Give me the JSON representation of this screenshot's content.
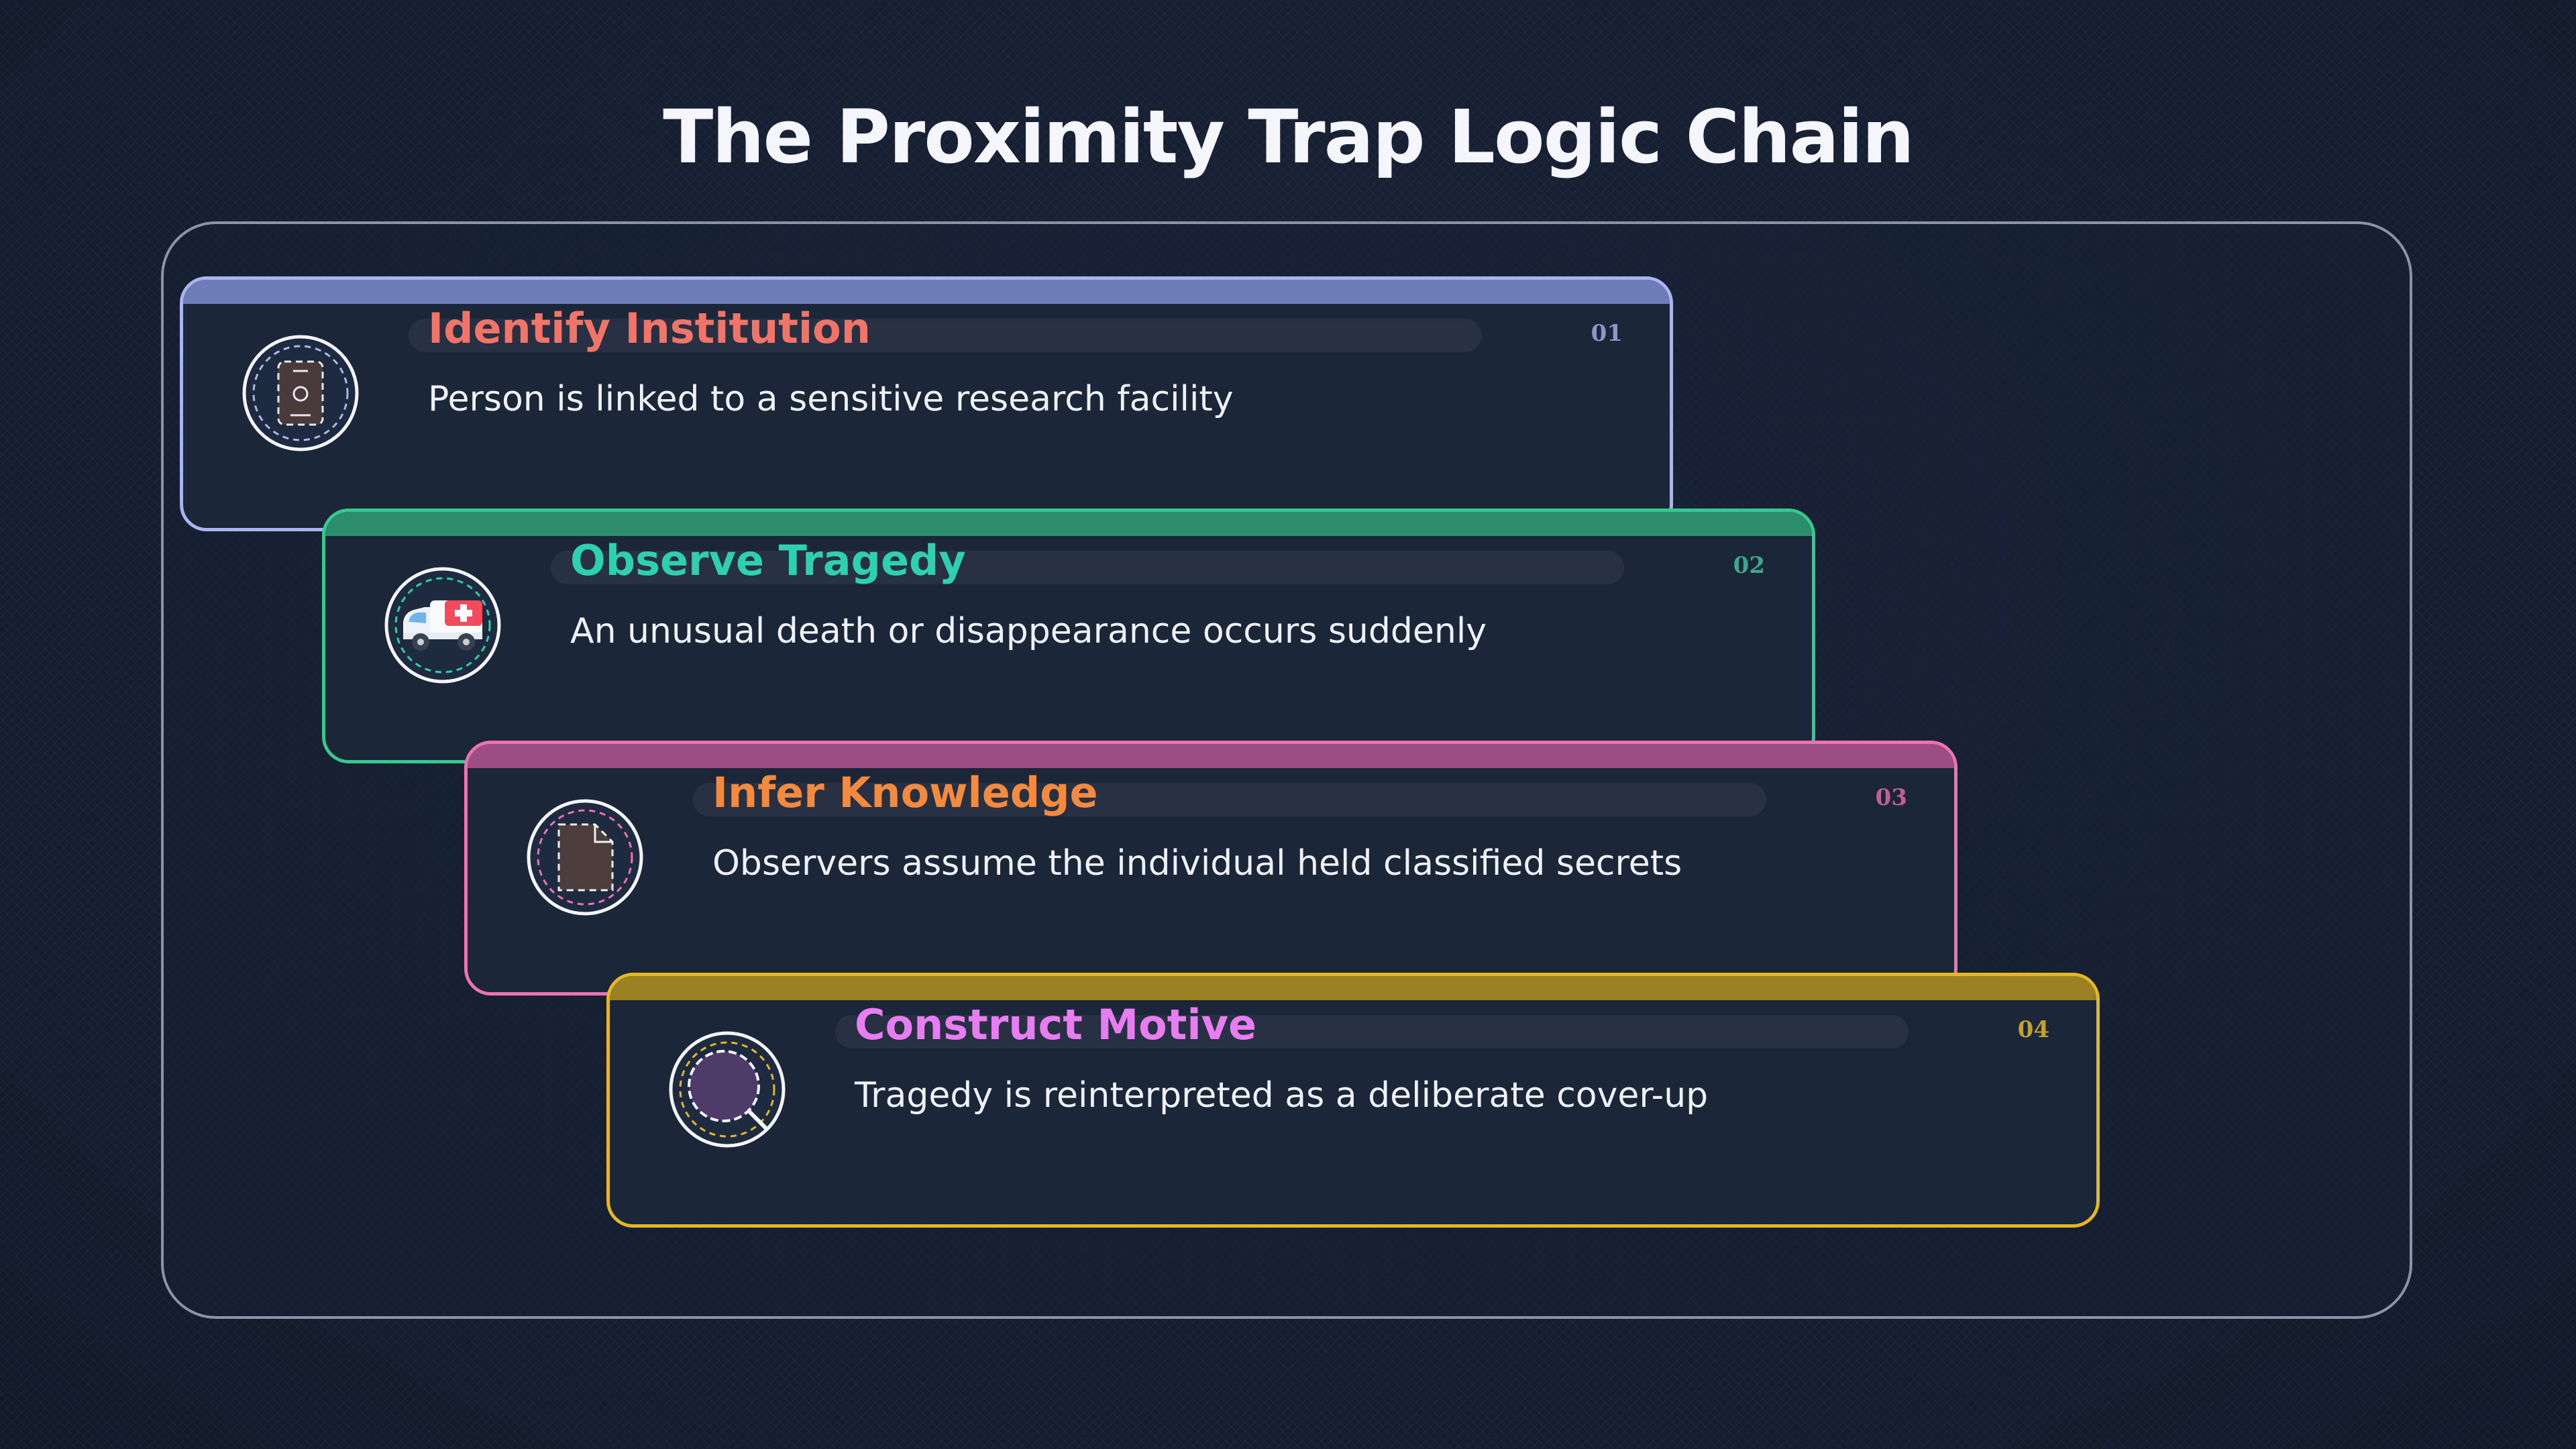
{
  "title": "The Proximity Trap Logic Chain",
  "steps": [
    {
      "number": "01",
      "title": "Identify Institution",
      "description": "Person is linked to a sensitive research facility",
      "icon": "id-badge-icon",
      "border_color": "#a9b4f0",
      "bar_color": "#6e7db8",
      "title_color": "#f07468",
      "number_color": "#8d97c8"
    },
    {
      "number": "02",
      "title": "Observe Tragedy",
      "description": "An unusual death or disappearance occurs suddenly",
      "icon": "ambulance-icon",
      "border_color": "#35c98f",
      "bar_color": "#2b8d6c",
      "title_color": "#2ed0b2",
      "number_color": "#3aa889"
    },
    {
      "number": "03",
      "title": "Infer Knowledge",
      "description": "Observers assume the individual held classified secrets",
      "icon": "document-icon",
      "border_color": "#ec72b4",
      "bar_color": "#9c4d84",
      "title_color": "#f38a3e",
      "number_color": "#c45e96"
    },
    {
      "number": "04",
      "title": "Construct Motive",
      "description": "Tragedy is reinterpreted as a deliberate cover-up",
      "icon": "magnifier-icon",
      "border_color": "#e5b722",
      "bar_color": "#9c8024",
      "title_color": "#e77df0",
      "number_color": "#c4a22a"
    }
  ]
}
